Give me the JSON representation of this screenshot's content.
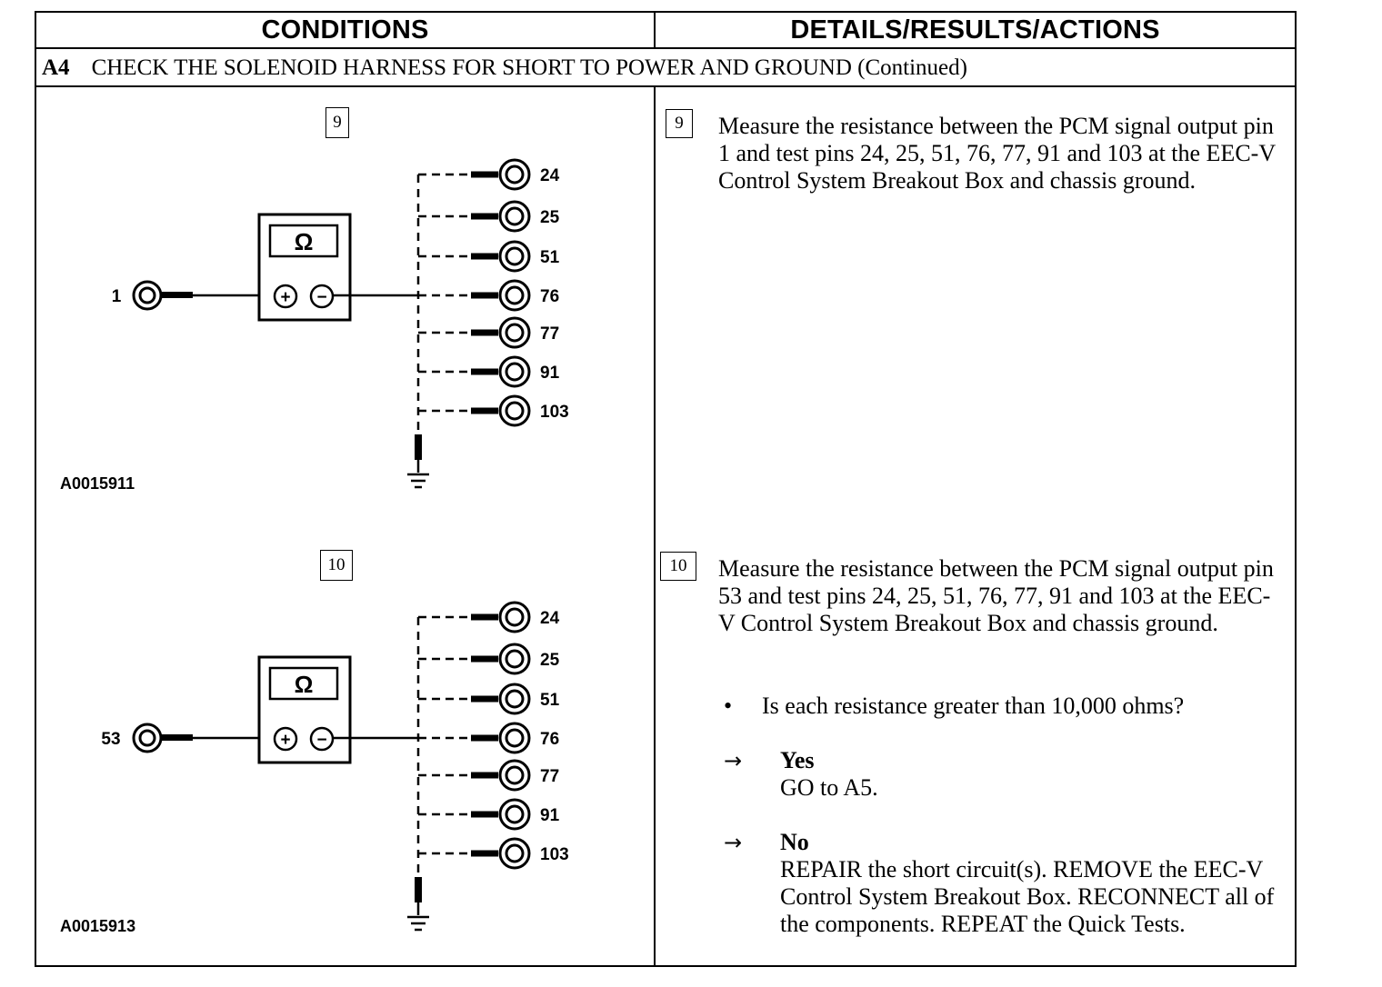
{
  "header": {
    "conditions": "CONDITIONS",
    "details": "DETAILS/RESULTS/ACTIONS"
  },
  "section": {
    "code": "A4",
    "title": "CHECK THE SOLENOID HARNESS FOR SHORT TO POWER AND GROUND (Continued)"
  },
  "steps": [
    {
      "number": "9",
      "figure_id": "A0015911",
      "meter_symbol": "Ω",
      "source_pin": "1",
      "test_pins": [
        "24",
        "25",
        "51",
        "76",
        "77",
        "91",
        "103"
      ],
      "text": "Measure the resistance between the PCM signal output pin 1 and test pins 24, 25, 51, 76, 77, 91 and 103 at the EEC-V Control System Breakout Box and chassis ground."
    },
    {
      "number": "10",
      "figure_id": "A0015913",
      "meter_symbol": "Ω",
      "source_pin": "53",
      "test_pins": [
        "24",
        "25",
        "51",
        "76",
        "77",
        "91",
        "103"
      ],
      "text": "Measure the resistance between the PCM signal output pin 53 and test pins 24, 25, 51, 76, 77, 91 and 103 at the EEC-V Control System Breakout Box and chassis ground.",
      "question": "Is each resistance greater than 10,000 ohms?",
      "results": [
        {
          "label": "Yes",
          "action": "GO to A5."
        },
        {
          "label": "No",
          "action": "REPAIR the short circuit(s). REMOVE the EEC-V Control System Breakout Box. RECONNECT all of the components. REPEAT the Quick Tests."
        }
      ]
    }
  ],
  "symbols": {
    "bullet": "•",
    "arrow": "→",
    "plus": "+",
    "minus": "−"
  },
  "icons": [
    "ohmmeter-icon",
    "test-pin-icon",
    "probe-icon",
    "ground-symbol-icon"
  ]
}
